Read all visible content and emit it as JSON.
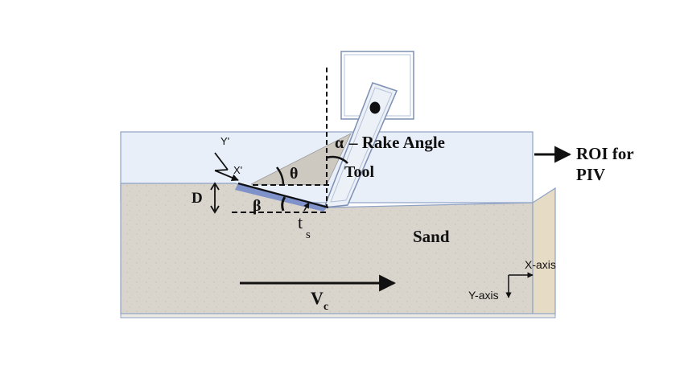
{
  "labels": {
    "rake_angle_symbol": "α",
    "rake_angle_text": "– Rake Angle",
    "tool": "Tool",
    "roi_line1": "ROI for",
    "roi_line2": "PIV",
    "theta": "θ",
    "beta": "β",
    "depth": "D",
    "ts_main": "t",
    "ts_sub": "s",
    "sand": "Sand",
    "vc_main": "V",
    "vc_sub": "c",
    "x_prime": "X'",
    "y_prime": "Y'",
    "x_axis": "X-axis",
    "y_axis": "Y-axis"
  },
  "colors": {
    "roi_fill": "#e8eff8",
    "roi_border": "#8ea2c6",
    "sand_fill": "#d9d4cc",
    "wedge_fill": "#cdc8c0",
    "tool_fill": "#ecf0f7",
    "tool_border": "#7d8fb3",
    "tool_tip": "#6f86c8",
    "wall_fill": "#e6dcc6"
  }
}
